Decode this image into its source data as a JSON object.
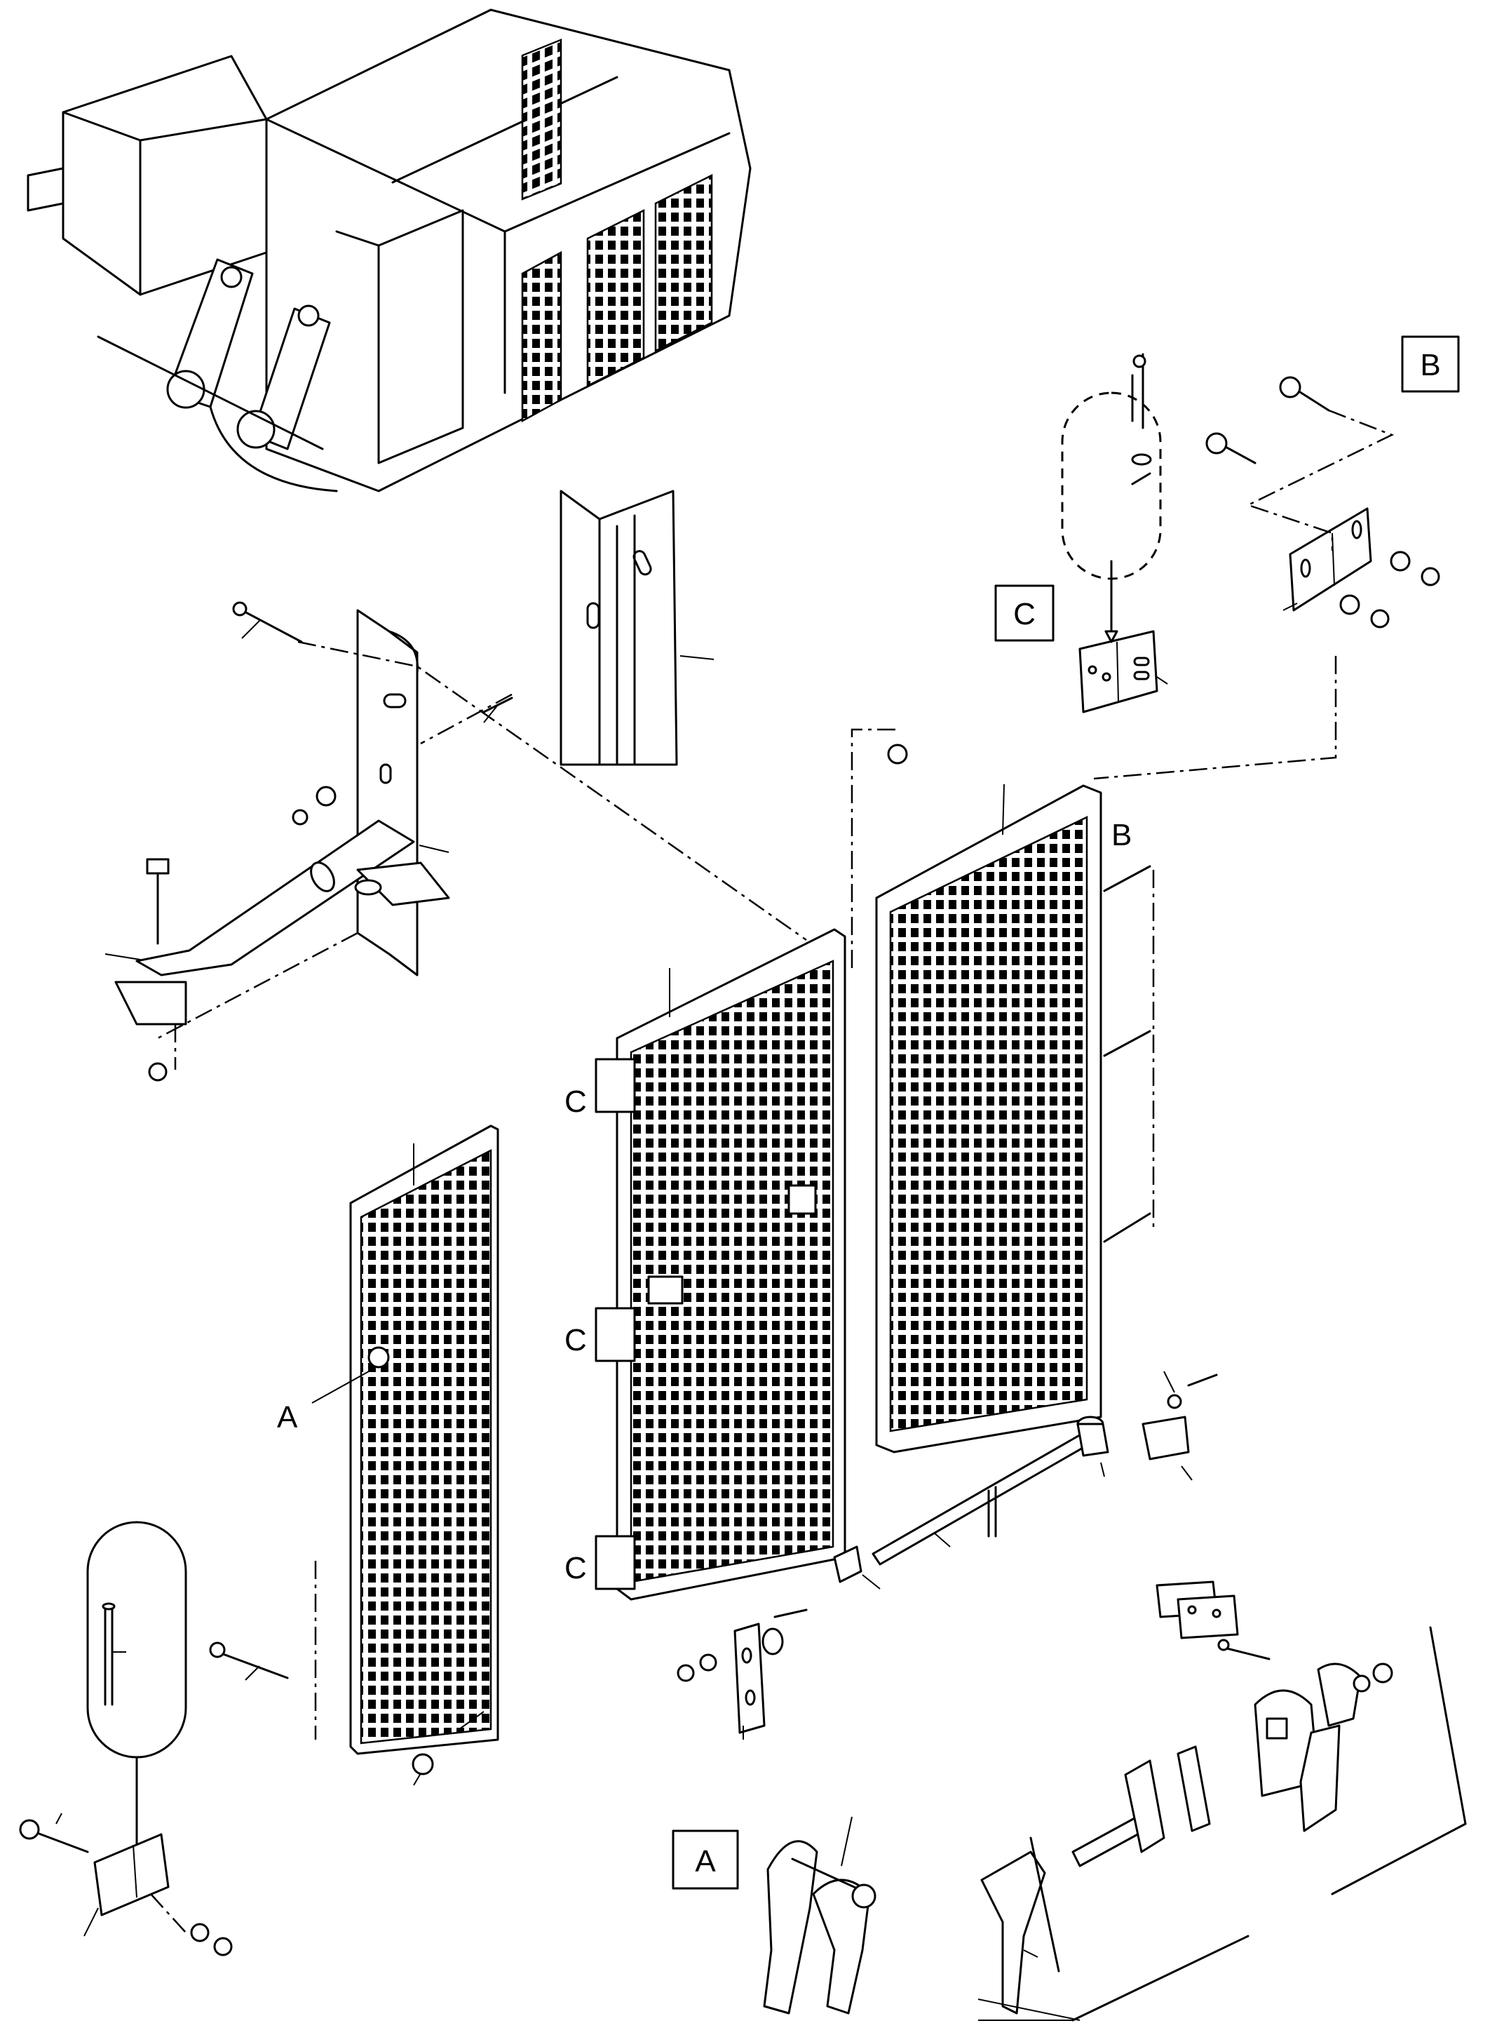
{
  "callouts": {
    "detail_b_box": "B",
    "detail_c_box": "C",
    "panel_b_label": "B",
    "hinge_c_top": "C",
    "hinge_c_mid": "C",
    "hinge_c_bot": "C",
    "latch_a_label": "A",
    "detail_a_box": "A"
  }
}
